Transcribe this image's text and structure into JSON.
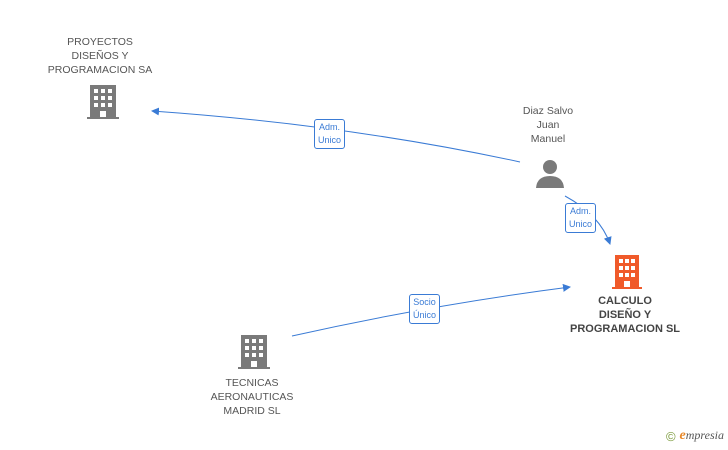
{
  "nodes": {
    "proyectos": {
      "label": "PROYECTOS\nDISEÑOS Y\nPROGRAMACION SA",
      "type": "company",
      "color": "#7a7a7a"
    },
    "diaz": {
      "label": "Diaz Salvo\nJuan\nManuel",
      "type": "person",
      "color": "#7a7a7a"
    },
    "calculo": {
      "label": "CALCULO\nDISEÑO Y\nPROGRAMACION SL",
      "type": "company",
      "color": "#f05a2a"
    },
    "tecnicas": {
      "label": "TECNICAS\nAERONAUTICAS\nMADRID SL",
      "type": "company",
      "color": "#7a7a7a"
    }
  },
  "edges": {
    "diaz_proyectos": {
      "label": "Adm.\nUnico"
    },
    "diaz_calculo": {
      "label": "Adm.\nUnico"
    },
    "tecnicas_calculo": {
      "label": "Socio\nÚnico"
    }
  },
  "edge_color": "#3a7bd5",
  "footer": {
    "copyright": "©",
    "brand_initial": "e",
    "brand_rest": "mpresia"
  }
}
